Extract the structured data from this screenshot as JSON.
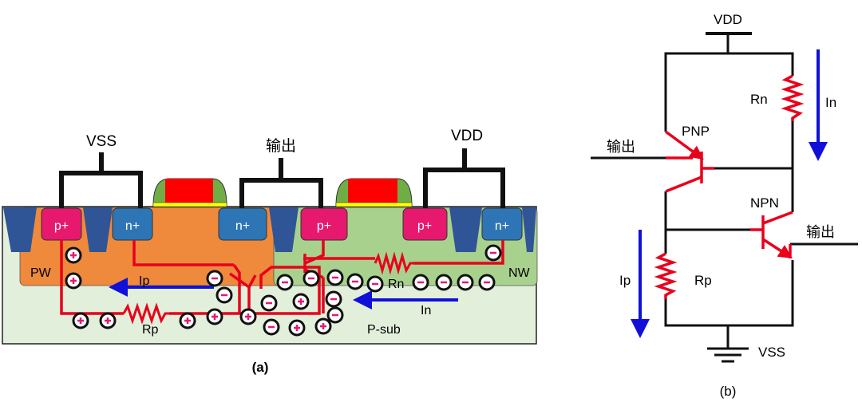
{
  "panel_a": {
    "caption": "(a)",
    "vss": "VSS",
    "out": "输出",
    "vdd": "VDD",
    "p_plus_left": "p+",
    "n_plus_left": "n+",
    "n_plus_mid": "n+",
    "p_plus_mid": "p+",
    "p_plus_right": "p+",
    "n_plus_right": "n+",
    "pw": "PW",
    "nw": "NW",
    "psub": "P-sub",
    "ip": "Ip",
    "in": "In",
    "rp": "Rp",
    "rn": "Rn"
  },
  "panel_b": {
    "caption": "(b)",
    "vdd": "VDD",
    "vss": "VSS",
    "rn": "Rn",
    "rp": "Rp",
    "in": "In",
    "ip": "Ip",
    "pnp": "PNP",
    "npn": "NPN",
    "out_left": "输出",
    "out_right": "输出"
  },
  "colors": {
    "current": "#e8001c",
    "arrow": "#1010d8",
    "pw": "#ef8a3c",
    "nw": "#a9d18e",
    "substrate": "#e2efda",
    "p_plus": "#e6196e",
    "n_plus": "#2e75b6",
    "sti": "#2f5597",
    "gate": "#ff0000",
    "spacer": "#70ad47",
    "gate_ox": "#ffff00"
  }
}
